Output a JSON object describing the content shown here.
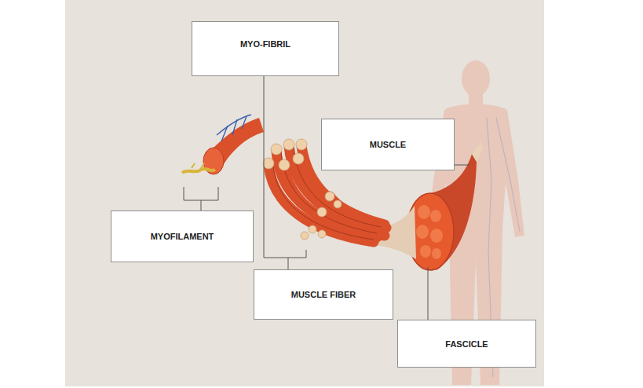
{
  "diagram": {
    "nodes": [
      {
        "text": [
          "MYO-FIBRIL"
        ]
      },
      {
        "text": [
          "MUSCLE"
        ]
      },
      {
        "text": [
          "MYOFILAMENT"
        ]
      },
      {
        "text": [
          "MUSCLE FIBER"
        ]
      },
      {
        "text": [
          "FASCICLE"
        ]
      }
    ],
    "edges": [
      {
        "from": 0,
        "to": 3,
        "arrow": "none"
      }
    ]
  }
}
